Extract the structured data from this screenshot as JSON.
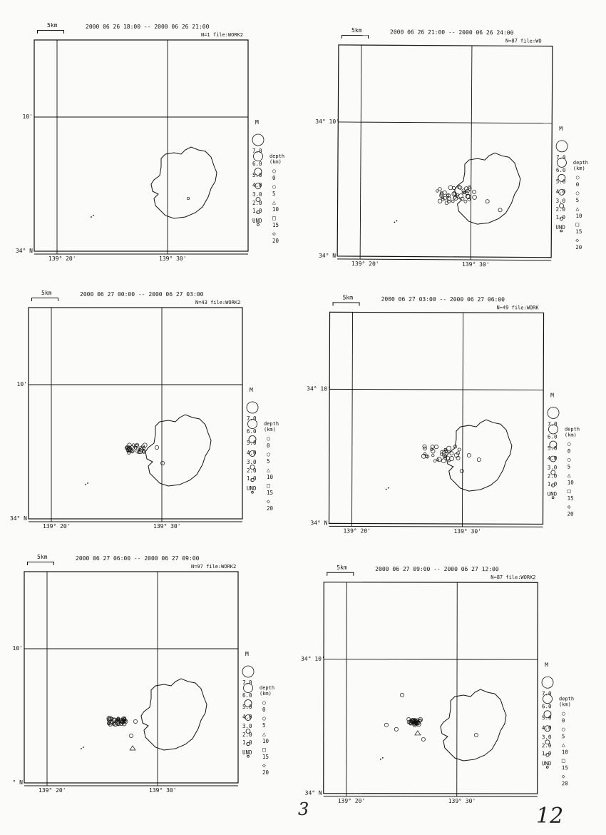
{
  "scale_label": "5km",
  "lat_labels": [
    "34° 10'",
    "34° N"
  ],
  "lon_labels": [
    "139° 20'",
    "139° 30'"
  ],
  "legend": {
    "magnitude_header": "M",
    "magnitudes": [
      "7.0",
      "6.0",
      "5.0",
      "4.0",
      "3.0",
      "2.0",
      "1.0"
    ],
    "depth_header": "depth",
    "depth_unit": "(km)",
    "depths": [
      "0",
      "5",
      "10",
      "15",
      "20"
    ],
    "undetermined": "UND"
  },
  "panels": [
    {
      "time_range": "2000 06 26 18:00 -- 2000 06 26 21:00",
      "count_file": "N=1 file:WORK2",
      "lat_top": "10'",
      "lat_bottom": "34° N"
    },
    {
      "time_range": "2000 06 26 21:00 -- 2000 06 26 24:00",
      "count_file": "N=87 file:WO",
      "lat_top": "34° 10'",
      "lat_bottom": "34° N"
    },
    {
      "time_range": "2000 06 27 00:00 -- 2000 06 27 03:00",
      "count_file": "N=43 file:WORK2",
      "lat_top": "10'",
      "lat_bottom": "34° N"
    },
    {
      "time_range": "2000 06 27 03:00 -- 2000 06 27 06:00",
      "count_file": "N=49 file:WORK",
      "lat_top": "34° 10'",
      "lat_bottom": "34° N"
    },
    {
      "time_range": "2000 06 27 06:00 -- 2000 06 27 09:00",
      "count_file": "N=97 file:WORK2",
      "lat_top": "10'",
      "lat_bottom": "° N"
    },
    {
      "time_range": "2000 06 27 09:00 -- 2000 06 27 12:00",
      "count_file": "N=87 file:WORK2",
      "lat_top": "34° 10'",
      "lat_bottom": "34° N"
    }
  ],
  "page_number": "3",
  "sheet_number": "12"
}
